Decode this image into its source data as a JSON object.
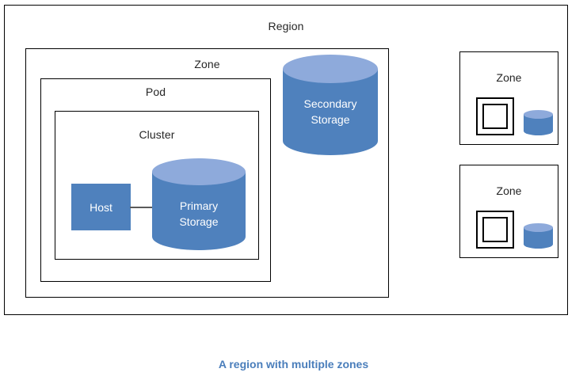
{
  "diagram": {
    "caption": "A region with multiple zones",
    "caption_color": "#4A7EBB",
    "colors": {
      "cylinder_body": "#4F81BD",
      "cylinder_top": "#8EAADB",
      "host_fill": "#4F81BD",
      "border": "#000000",
      "label_text": "#262626",
      "shape_text": "#FFFFFF"
    },
    "region": {
      "label": "Region",
      "zone": {
        "label": "Zone",
        "pod": {
          "label": "Pod",
          "cluster": {
            "label": "Cluster",
            "host": {
              "label": "Host"
            },
            "primary_storage": {
              "label_line1": "Primary",
              "label_line2": "Storage"
            }
          }
        },
        "secondary_storage": {
          "label_line1": "Secondary",
          "label_line2": "Storage"
        }
      },
      "other_zones": [
        {
          "label": "Zone"
        },
        {
          "label": "Zone"
        }
      ]
    }
  }
}
